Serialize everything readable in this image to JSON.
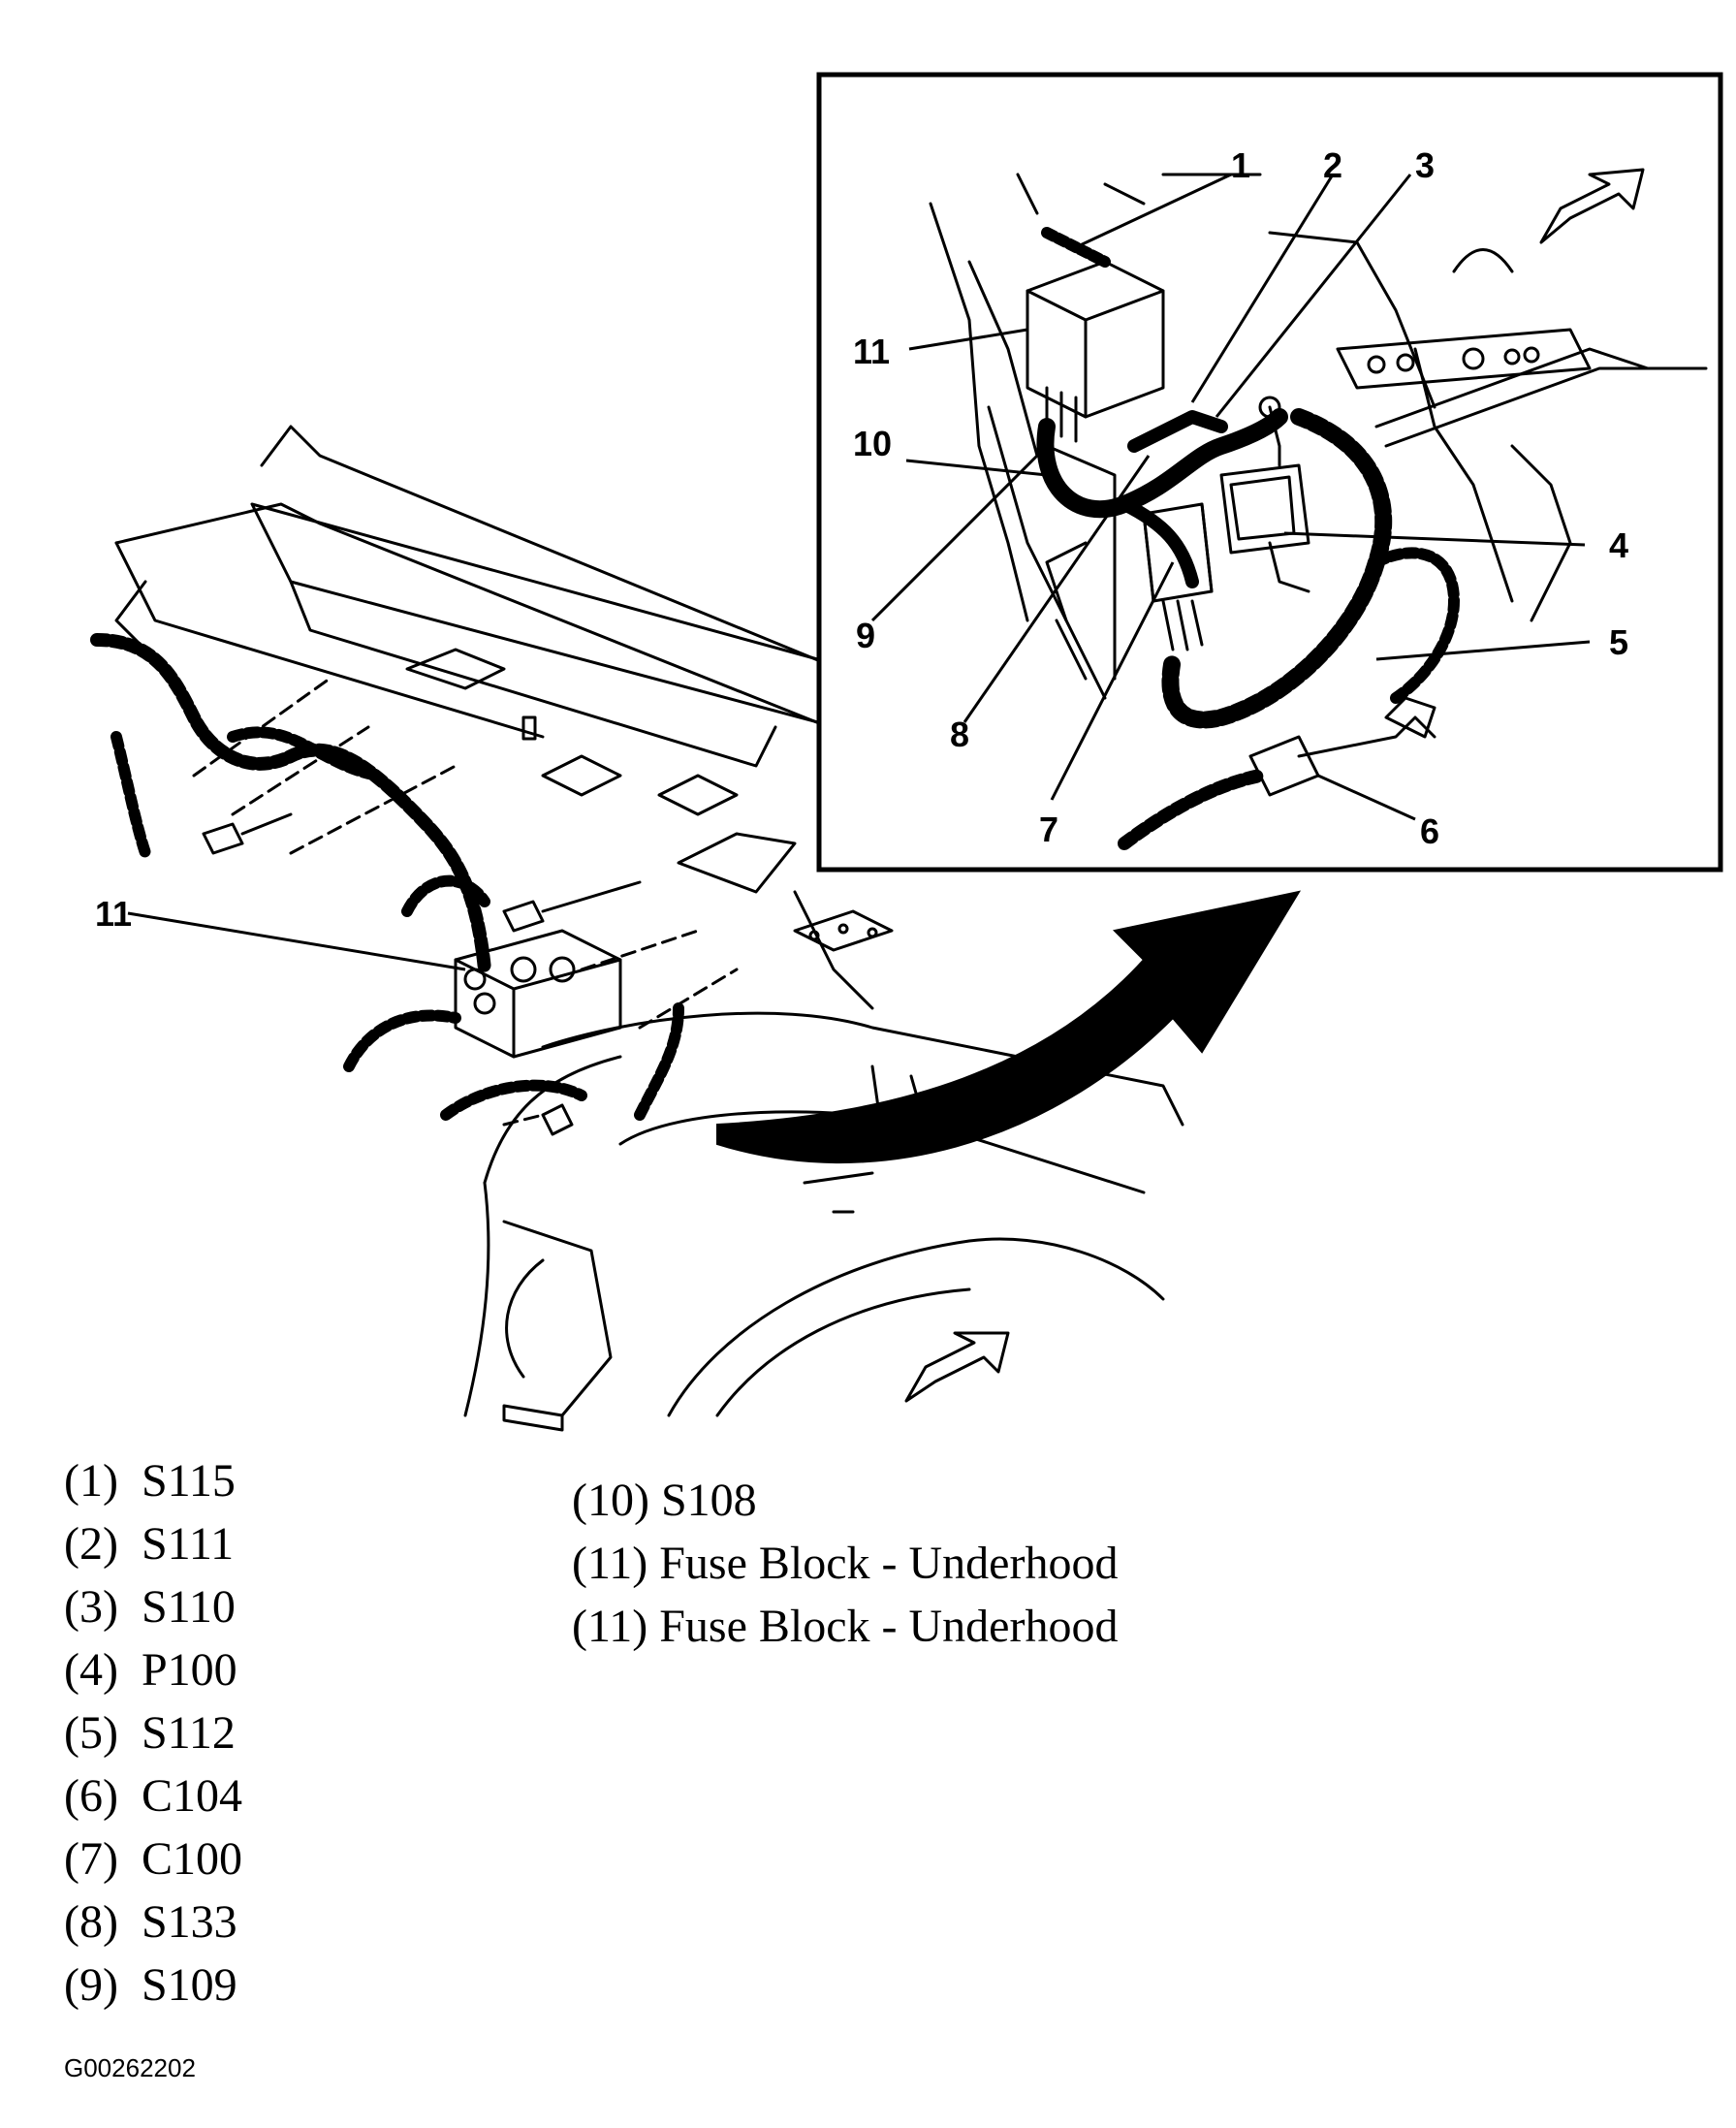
{
  "callouts_inset": [
    "1",
    "2",
    "3",
    "4",
    "5",
    "6",
    "7",
    "8",
    "9",
    "10",
    "11"
  ],
  "callout_main": "11",
  "legend": {
    "left": [
      {
        "num": "(1)",
        "label": "S115"
      },
      {
        "num": "(2)",
        "label": "S111"
      },
      {
        "num": "(3)",
        "label": "S110"
      },
      {
        "num": "(4)",
        "label": "P100"
      },
      {
        "num": "(5)",
        "label": "S112"
      },
      {
        "num": "(6)",
        "label": "C104"
      },
      {
        "num": "(7)",
        "label": "C100"
      },
      {
        "num": "(8)",
        "label": "S133"
      },
      {
        "num": "(9)",
        "label": "S109"
      }
    ],
    "right": [
      {
        "num": "(10)",
        "label": "S108"
      },
      {
        "num": "(11)",
        "label": "Fuse Block - Underhood"
      },
      {
        "num": "(11)",
        "label": "Fuse Block - Underhood"
      }
    ]
  },
  "figure_id": "G00262202"
}
